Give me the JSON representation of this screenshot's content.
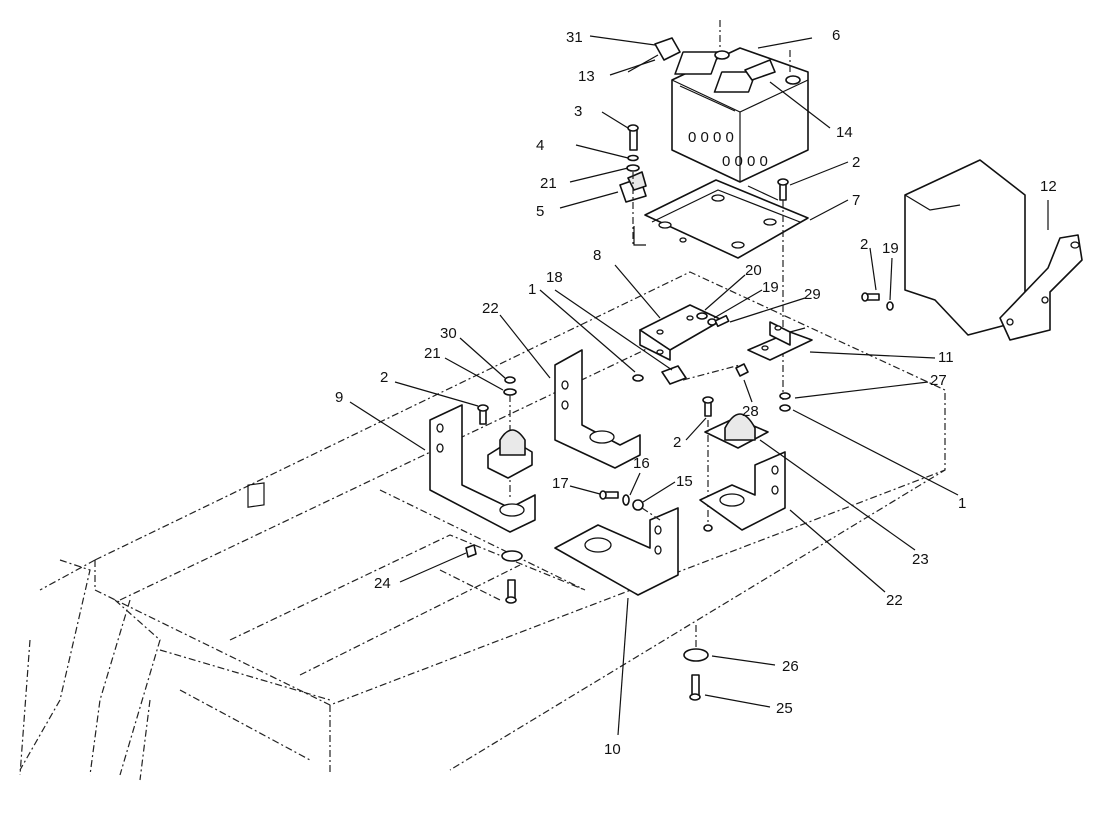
{
  "callouts": [
    {
      "id": "c31",
      "label": "31"
    },
    {
      "id": "c13",
      "label": "13"
    },
    {
      "id": "c6",
      "label": "6"
    },
    {
      "id": "c3",
      "label": "3"
    },
    {
      "id": "c4",
      "label": "4"
    },
    {
      "id": "c14",
      "label": "14"
    },
    {
      "id": "c21a",
      "label": "21"
    },
    {
      "id": "c2a",
      "label": "2"
    },
    {
      "id": "c5",
      "label": "5"
    },
    {
      "id": "c7",
      "label": "7"
    },
    {
      "id": "c12",
      "label": "12"
    },
    {
      "id": "c2b",
      "label": "2"
    },
    {
      "id": "c19a",
      "label": "19"
    },
    {
      "id": "c8",
      "label": "8"
    },
    {
      "id": "c20",
      "label": "20"
    },
    {
      "id": "c18",
      "label": "18"
    },
    {
      "id": "c1a",
      "label": "1"
    },
    {
      "id": "c19b",
      "label": "19"
    },
    {
      "id": "c29",
      "label": "29"
    },
    {
      "id": "c22a",
      "label": "22"
    },
    {
      "id": "c30",
      "label": "30"
    },
    {
      "id": "c11",
      "label": "11"
    },
    {
      "id": "c21b",
      "label": "21"
    },
    {
      "id": "c2c",
      "label": "2"
    },
    {
      "id": "c27",
      "label": "27"
    },
    {
      "id": "c9",
      "label": "9"
    },
    {
      "id": "c28",
      "label": "28"
    },
    {
      "id": "c2d",
      "label": "2"
    },
    {
      "id": "c16",
      "label": "16"
    },
    {
      "id": "c17",
      "label": "17"
    },
    {
      "id": "c15",
      "label": "15"
    },
    {
      "id": "c1b",
      "label": "1"
    },
    {
      "id": "c23",
      "label": "23"
    },
    {
      "id": "c24",
      "label": "24"
    },
    {
      "id": "c22b",
      "label": "22"
    },
    {
      "id": "c26",
      "label": "26"
    },
    {
      "id": "c25",
      "label": "25"
    },
    {
      "id": "c10",
      "label": "10"
    }
  ]
}
